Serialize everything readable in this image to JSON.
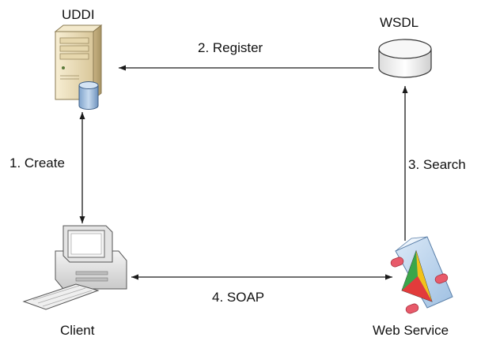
{
  "nodes": {
    "uddi": {
      "label": "UDDI",
      "icon": "server-with-database-icon"
    },
    "wsdl": {
      "label": "WSDL",
      "icon": "database-cylinder-icon"
    },
    "client": {
      "label": "Client",
      "icon": "desktop-computer-icon"
    },
    "web_service": {
      "label": "Web Service",
      "icon": "web-service-prism-icon"
    }
  },
  "edges": {
    "create": {
      "label": "1. Create",
      "from": "UDDI",
      "to": "Client",
      "direction": "bidirectional"
    },
    "register": {
      "label": "2. Register",
      "from": "WSDL",
      "to": "UDDI",
      "direction": "to-uddi"
    },
    "search": {
      "label": "3. Search",
      "from": "Web Service",
      "to": "WSDL",
      "direction": "to-wsdl"
    },
    "soap": {
      "label": "4. SOAP",
      "from": "Client",
      "to": "Web Service",
      "direction": "bidirectional"
    }
  },
  "colors": {
    "arrow": "#1a1a1a",
    "server_body": "#efe2bd",
    "database": "#9dbad8",
    "prism_red": "#e23b3b",
    "prism_yellow": "#f2c21a",
    "prism_green": "#3aa64a",
    "prism_blue": "#2f5fbf"
  }
}
